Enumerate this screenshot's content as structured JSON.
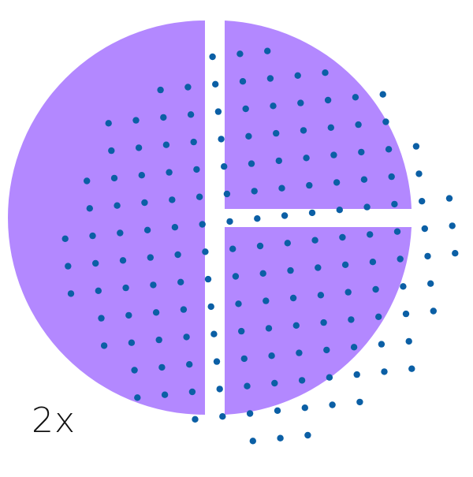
{
  "label": "2x",
  "colors": {
    "fill": "#b388ff",
    "dots": "#0b5fa5",
    "background": "#ffffff"
  },
  "shapes": [
    "left-half-slice",
    "top-right-quarter-slice",
    "bottom-right-quarter-slice",
    "dot-pattern-circle"
  ]
}
